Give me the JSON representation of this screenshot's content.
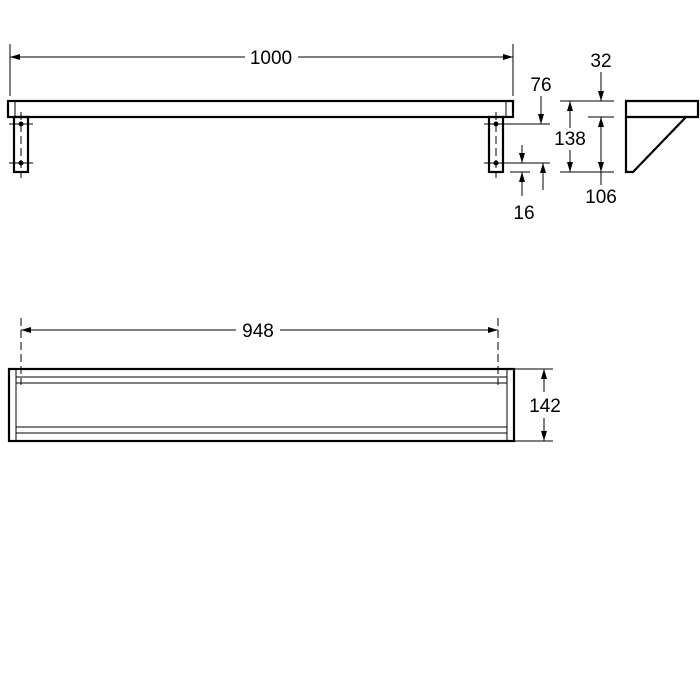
{
  "drawing": {
    "front_view": {
      "width_label": "1000",
      "mount_offset_label": "76",
      "hole_spacing_label": "16"
    },
    "side_view": {
      "height_label": "138",
      "top_thickness_label": "32",
      "bracket_height_label": "106"
    },
    "top_view": {
      "hole_distance_label": "948",
      "depth_label": "142"
    },
    "line_color": "#000000"
  }
}
